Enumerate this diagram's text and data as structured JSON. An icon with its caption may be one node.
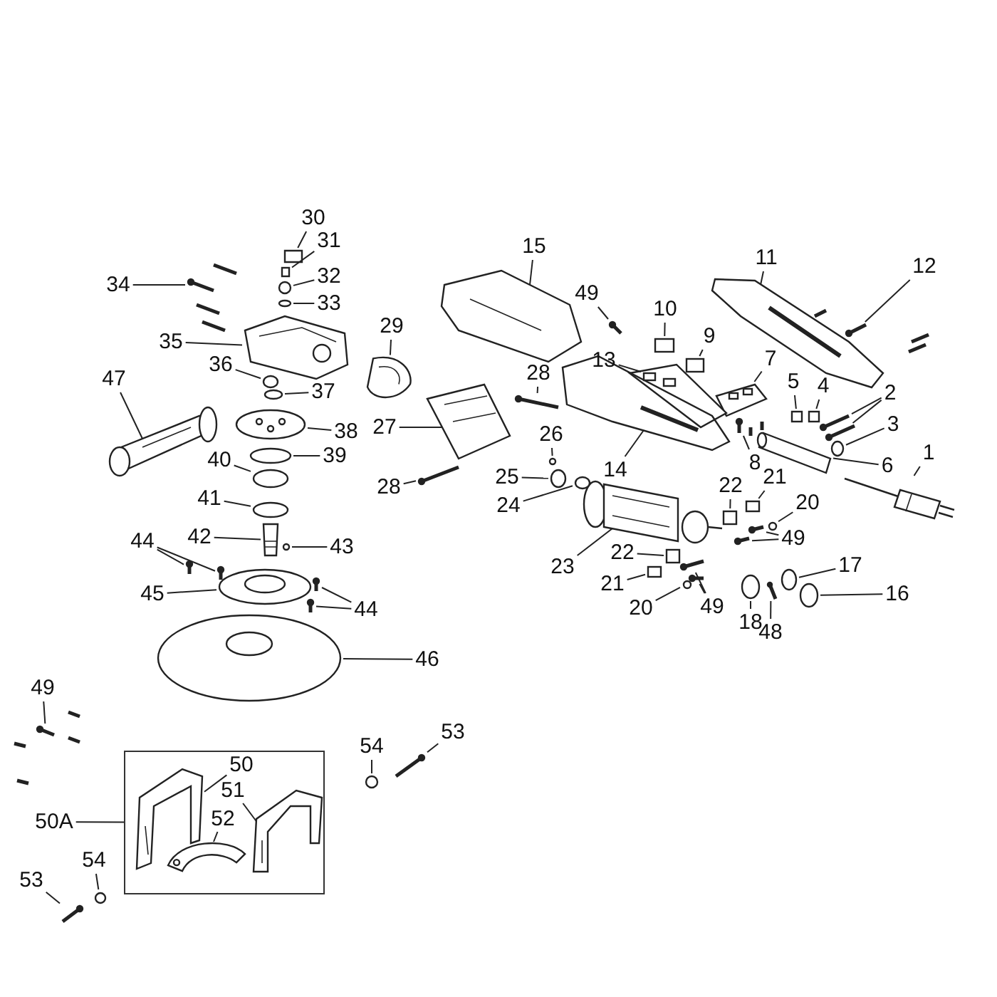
{
  "diagram": {
    "nodes": [
      {
        "text": [
          "1"
        ]
      },
      {
        "text": [
          "2"
        ]
      },
      {
        "text": [
          "3"
        ]
      },
      {
        "text": [
          "4"
        ]
      },
      {
        "text": [
          "5"
        ]
      },
      {
        "text": [
          "6"
        ]
      },
      {
        "text": [
          "7"
        ]
      },
      {
        "text": [
          "8"
        ]
      },
      {
        "text": [
          "9"
        ]
      },
      {
        "text": [
          "10"
        ]
      },
      {
        "text": [
          "11"
        ]
      },
      {
        "text": [
          "12"
        ]
      },
      {
        "text": [
          "13"
        ]
      },
      {
        "text": [
          "14"
        ]
      },
      {
        "text": [
          "15"
        ]
      },
      {
        "text": [
          "16"
        ]
      },
      {
        "text": [
          "17"
        ]
      },
      {
        "text": [
          "18"
        ]
      },
      {
        "text": [
          "20"
        ]
      },
      {
        "text": [
          "20"
        ]
      },
      {
        "text": [
          "21"
        ]
      },
      {
        "text": [
          "21"
        ]
      },
      {
        "text": [
          "22"
        ]
      },
      {
        "text": [
          "22"
        ]
      },
      {
        "text": [
          "23"
        ]
      },
      {
        "text": [
          "24"
        ]
      },
      {
        "text": [
          "25"
        ]
      },
      {
        "text": [
          "26"
        ]
      },
      {
        "text": [
          "27"
        ]
      },
      {
        "text": [
          "28"
        ]
      },
      {
        "text": [
          "28"
        ]
      },
      {
        "text": [
          "29"
        ]
      },
      {
        "text": [
          "30"
        ]
      },
      {
        "text": [
          "31"
        ]
      },
      {
        "text": [
          "32"
        ]
      },
      {
        "text": [
          "33"
        ]
      },
      {
        "text": [
          "34"
        ]
      },
      {
        "text": [
          "35"
        ]
      },
      {
        "text": [
          "36"
        ]
      },
      {
        "text": [
          "37"
        ]
      },
      {
        "text": [
          "38"
        ]
      },
      {
        "text": [
          "39"
        ]
      },
      {
        "text": [
          "40"
        ]
      },
      {
        "text": [
          "41"
        ]
      },
      {
        "text": [
          "42"
        ]
      },
      {
        "text": [
          "43"
        ]
      },
      {
        "text": [
          "44"
        ]
      },
      {
        "text": [
          "44"
        ]
      },
      {
        "text": [
          "45"
        ]
      },
      {
        "text": [
          "46"
        ]
      },
      {
        "text": [
          "47"
        ]
      },
      {
        "text": [
          "48"
        ]
      },
      {
        "text": [
          "49"
        ]
      },
      {
        "text": [
          "49"
        ]
      },
      {
        "text": [
          "49"
        ]
      },
      {
        "text": [
          "49"
        ]
      },
      {
        "text": [],
        "shape": "box"
      },
      {
        "text": [
          "50"
        ],
        "in": 56
      },
      {
        "text": [
          "50A"
        ]
      },
      {
        "text": [
          "51"
        ],
        "in": 56
      },
      {
        "text": [
          "52"
        ],
        "in": 56
      },
      {
        "text": [
          "53"
        ]
      },
      {
        "text": [
          "53"
        ]
      },
      {
        "text": [
          "54"
        ]
      },
      {
        "text": [
          "54"
        ]
      },
      {
        "text": [],
        "shape": "picture"
      },
      {
        "text": [],
        "shape": "picture"
      },
      {
        "text": [],
        "shape": "picture"
      },
      {
        "text": [],
        "shape": "circle"
      },
      {
        "text": [],
        "shape": "box"
      },
      {
        "text": [],
        "shape": "box"
      },
      {
        "text": [],
        "shape": "picture"
      },
      {
        "text": [],
        "shape": "picture"
      },
      {
        "text": [],
        "shape": "picture"
      },
      {
        "text": [],
        "shape": "box"
      },
      {
        "text": [],
        "shape": "box"
      },
      {
        "text": [],
        "shape": "picture"
      },
      {
        "text": [],
        "shape": "picture"
      },
      {
        "text": [],
        "shape": "picture"
      },
      {
        "text": [],
        "shape": "picture"
      },
      {
        "text": [],
        "shape": "picture"
      },
      {
        "text": [],
        "shape": "circle"
      },
      {
        "text": [],
        "shape": "circle"
      },
      {
        "text": [],
        "shape": "circle"
      },
      {
        "text": [],
        "shape": "circle"
      },
      {
        "text": [],
        "shape": "circle"
      },
      {
        "text": [],
        "shape": "box"
      },
      {
        "text": [],
        "shape": "box"
      },
      {
        "text": [],
        "shape": "box"
      },
      {
        "text": [],
        "shape": "box"
      },
      {
        "text": [],
        "shape": "picture"
      },
      {
        "text": [],
        "shape": "circle"
      },
      {
        "text": [],
        "shape": "circle"
      },
      {
        "text": [],
        "shape": "circle"
      },
      {
        "text": [],
        "shape": "picture"
      },
      {
        "text": [],
        "shape": "picture"
      },
      {
        "text": [],
        "shape": "picture"
      },
      {
        "text": [],
        "shape": "picture"
      },
      {
        "text": [],
        "shape": "box"
      },
      {
        "text": [],
        "shape": "box"
      },
      {
        "text": [],
        "shape": "circle"
      },
      {
        "text": [],
        "shape": "circle"
      },
      {
        "text": [],
        "shape": "picture"
      },
      {
        "text": [],
        "shape": "picture"
      },
      {
        "text": [],
        "shape": "circle"
      },
      {
        "text": [],
        "shape": "circle"
      },
      {
        "text": [],
        "shape": "picture"
      },
      {
        "text": [],
        "shape": "circle"
      },
      {
        "text": [],
        "shape": "circle"
      },
      {
        "text": [],
        "shape": "circle"
      },
      {
        "text": [],
        "shape": "picture"
      },
      {
        "text": [],
        "shape": "circle"
      },
      {
        "text": [],
        "shape": "picture"
      },
      {
        "text": [],
        "shape": "picture"
      },
      {
        "text": [],
        "shape": "picture"
      },
      {
        "text": [],
        "shape": "picture"
      },
      {
        "text": [],
        "shape": "picture"
      },
      {
        "text": [],
        "shape": "picture"
      },
      {
        "text": [],
        "shape": "picture"
      },
      {
        "text": [],
        "shape": "picture"
      },
      {
        "text": [],
        "shape": "picture"
      },
      {
        "text": [],
        "shape": "picture"
      },
      {
        "text": [],
        "shape": "picture"
      },
      {
        "text": [],
        "shape": "picture"
      },
      {
        "text": [],
        "shape": "picture"
      },
      {
        "text": [],
        "shape": "picture"
      },
      {
        "text": [],
        "shape": "picture",
        "in": 56
      },
      {
        "text": [],
        "shape": "picture",
        "in": 56
      },
      {
        "text": [],
        "shape": "picture",
        "in": 56
      },
      {
        "text": [],
        "shape": "picture"
      },
      {
        "text": [],
        "shape": "picture"
      },
      {
        "text": [],
        "shape": "circle"
      },
      {
        "text": [],
        "shape": "circle"
      }
    ],
    "edges": [
      {
        "from": 0,
        "to": 65,
        "arrow": "none"
      },
      {
        "from": 1,
        "to": 66,
        "arrow": "none"
      },
      {
        "from": 1,
        "to": 67,
        "arrow": "none"
      },
      {
        "from": 2,
        "to": 68,
        "arrow": "none"
      },
      {
        "from": 3,
        "to": 69,
        "arrow": "none"
      },
      {
        "from": 4,
        "to": 70,
        "arrow": "none"
      },
      {
        "from": 5,
        "to": 71,
        "arrow": "none"
      },
      {
        "from": 6,
        "to": 72,
        "arrow": "none"
      },
      {
        "from": 7,
        "to": 73,
        "arrow": "none"
      },
      {
        "from": 8,
        "to": 74,
        "arrow": "none"
      },
      {
        "from": 9,
        "to": 75,
        "arrow": "none"
      },
      {
        "from": 10,
        "to": 76,
        "arrow": "none"
      },
      {
        "from": 11,
        "to": 77,
        "arrow": "none"
      },
      {
        "from": 12,
        "to": 78,
        "arrow": "none"
      },
      {
        "from": 13,
        "to": 79,
        "arrow": "none"
      },
      {
        "from": 14,
        "to": 80,
        "arrow": "none"
      },
      {
        "from": 15,
        "to": 81,
        "arrow": "none"
      },
      {
        "from": 16,
        "to": 82,
        "arrow": "none"
      },
      {
        "from": 17,
        "to": 83,
        "arrow": "none"
      },
      {
        "from": 18,
        "to": 84,
        "arrow": "none"
      },
      {
        "from": 19,
        "to": 85,
        "arrow": "none"
      },
      {
        "from": 20,
        "to": 86,
        "arrow": "none"
      },
      {
        "from": 21,
        "to": 87,
        "arrow": "none"
      },
      {
        "from": 22,
        "to": 88,
        "arrow": "none"
      },
      {
        "from": 23,
        "to": 89,
        "arrow": "none"
      },
      {
        "from": 24,
        "to": 90,
        "arrow": "none"
      },
      {
        "from": 25,
        "to": 91,
        "arrow": "none"
      },
      {
        "from": 26,
        "to": 92,
        "arrow": "none"
      },
      {
        "from": 27,
        "to": 93,
        "arrow": "none"
      },
      {
        "from": 28,
        "to": 94,
        "arrow": "none"
      },
      {
        "from": 29,
        "to": 95,
        "arrow": "none"
      },
      {
        "from": 30,
        "to": 96,
        "arrow": "none"
      },
      {
        "from": 31,
        "to": 97,
        "arrow": "none"
      },
      {
        "from": 32,
        "to": 98,
        "arrow": "none"
      },
      {
        "from": 33,
        "to": 99,
        "arrow": "none"
      },
      {
        "from": 34,
        "to": 100,
        "arrow": "none"
      },
      {
        "from": 35,
        "to": 101,
        "arrow": "none"
      },
      {
        "from": 36,
        "to": 102,
        "arrow": "none"
      },
      {
        "from": 37,
        "to": 103,
        "arrow": "none"
      },
      {
        "from": 38,
        "to": 104,
        "arrow": "none"
      },
      {
        "from": 39,
        "to": 105,
        "arrow": "none"
      },
      {
        "from": 40,
        "to": 106,
        "arrow": "none"
      },
      {
        "from": 41,
        "to": 107,
        "arrow": "none"
      },
      {
        "from": 42,
        "to": 108,
        "arrow": "none"
      },
      {
        "from": 43,
        "to": 109,
        "arrow": "none"
      },
      {
        "from": 44,
        "to": 110,
        "arrow": "none"
      },
      {
        "from": 45,
        "to": 111,
        "arrow": "none"
      },
      {
        "from": 46,
        "to": 112,
        "arrow": "none"
      },
      {
        "from": 46,
        "to": 113,
        "arrow": "none"
      },
      {
        "from": 47,
        "to": 114,
        "arrow": "none"
      },
      {
        "from": 47,
        "to": 115,
        "arrow": "none"
      },
      {
        "from": 48,
        "to": 116,
        "arrow": "none"
      },
      {
        "from": 49,
        "to": 117,
        "arrow": "none"
      },
      {
        "from": 50,
        "to": 118,
        "arrow": "none"
      },
      {
        "from": 51,
        "to": 119,
        "arrow": "none"
      },
      {
        "from": 52,
        "to": 120,
        "arrow": "none"
      },
      {
        "from": 53,
        "to": 121,
        "arrow": "none"
      },
      {
        "from": 53,
        "to": 122,
        "arrow": "none"
      },
      {
        "from": 54,
        "to": 123,
        "arrow": "none"
      },
      {
        "from": 54,
        "to": 124,
        "arrow": "none"
      },
      {
        "from": 55,
        "to": 125,
        "arrow": "none"
      },
      {
        "from": 57,
        "to": 126,
        "arrow": "none"
      },
      {
        "from": 58,
        "to": 56,
        "arrow": "none"
      },
      {
        "from": 59,
        "to": 127,
        "arrow": "none"
      },
      {
        "from": 60,
        "to": 128,
        "arrow": "none"
      },
      {
        "from": 61,
        "to": 129,
        "arrow": "none"
      },
      {
        "from": 62,
        "to": 130,
        "arrow": "none"
      },
      {
        "from": 63,
        "to": 131,
        "arrow": "none"
      },
      {
        "from": 64,
        "to": 132,
        "arrow": "none"
      }
    ]
  }
}
